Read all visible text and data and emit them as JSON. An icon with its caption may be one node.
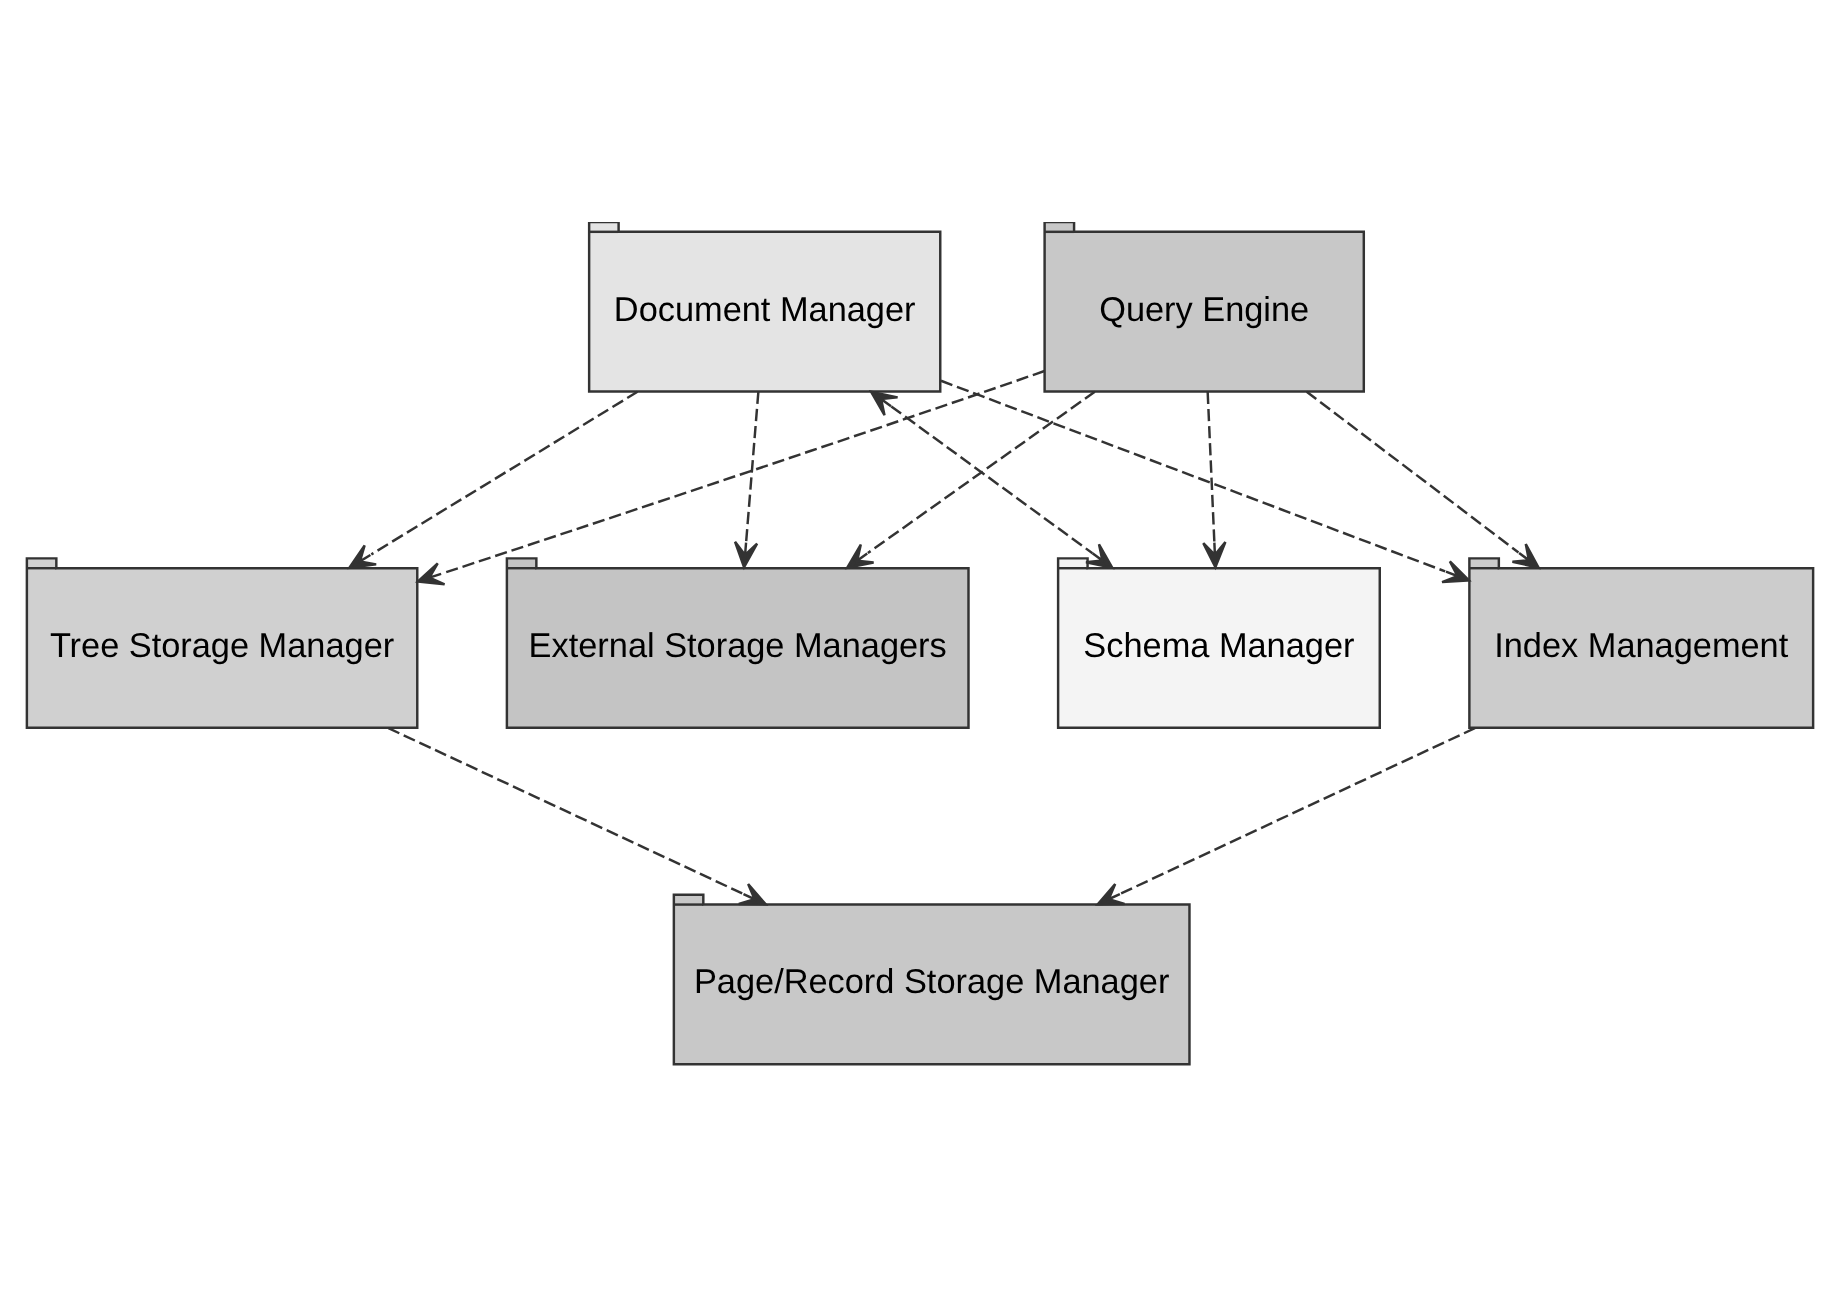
{
  "diagram": {
    "nodes": [
      {
        "text": [
          "Document Manager"
        ]
      },
      {
        "text": [
          "Query Engine"
        ]
      },
      {
        "text": [
          "Schema Manager"
        ]
      },
      {
        "text": [
          "Index Management"
        ]
      },
      {
        "text": [
          "Tree Storage Manager"
        ]
      },
      {
        "text": [
          "External Storage Managers"
        ]
      },
      {
        "text": [
          "Page/Record Storage Manager"
        ]
      }
    ],
    "edges": [
      {
        "from": 0,
        "to": 2,
        "arrow": "both",
        "style": "dashed"
      },
      {
        "from": 0,
        "to": 3,
        "arrow": "to",
        "style": "dashed"
      },
      {
        "from": 0,
        "to": 4,
        "arrow": "to",
        "style": "dashed"
      },
      {
        "from": 0,
        "to": 5,
        "arrow": "to",
        "style": "dashed"
      },
      {
        "from": 1,
        "to": 2,
        "arrow": "to",
        "style": "dashed"
      },
      {
        "from": 1,
        "to": 3,
        "arrow": "to",
        "style": "dashed"
      },
      {
        "from": 1,
        "to": 4,
        "arrow": "to",
        "style": "dashed"
      },
      {
        "from": 1,
        "to": 5,
        "arrow": "to",
        "style": "dashed"
      },
      {
        "from": 3,
        "to": 6,
        "arrow": "to",
        "style": "dashed"
      },
      {
        "from": 4,
        "to": 6,
        "arrow": "to",
        "style": "dashed"
      }
    ]
  }
}
